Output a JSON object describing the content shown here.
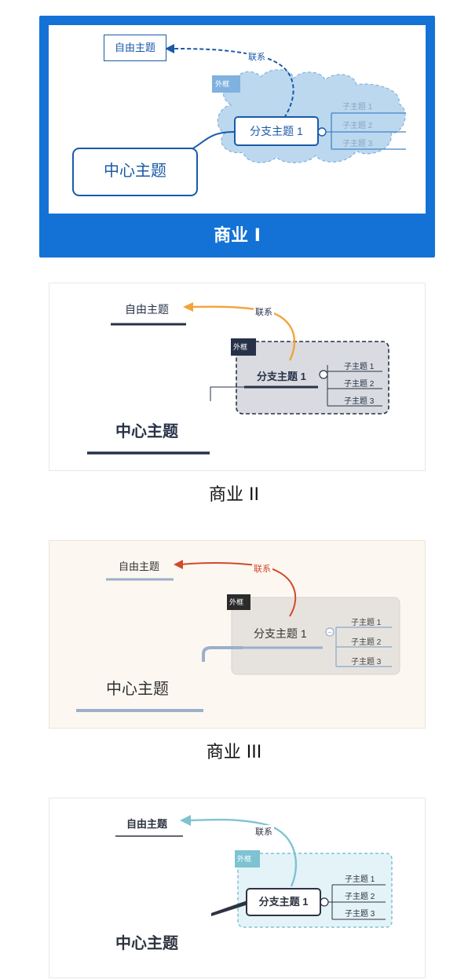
{
  "themes": [
    {
      "caption": "商业 I",
      "free_topic": "自由主题",
      "relation": "联系",
      "boundary": "外框",
      "branch": "分支主题 1",
      "central": "中心主题",
      "subtopics": [
        "子主题 1",
        "子主题 2",
        "子主题 3"
      ],
      "colors": {
        "frame": "#1472d6",
        "line": "#1a5aa8",
        "cloud": "#bcd8ef",
        "subtopic_text": "#8aa4bf"
      }
    },
    {
      "caption": "商业 II",
      "free_topic": "自由主题",
      "relation": "联系",
      "boundary": "外框",
      "branch": "分支主题 1",
      "central": "中心主题",
      "subtopics": [
        "子主题 1",
        "子主题 2",
        "子主题 3"
      ],
      "colors": {
        "line": "#273248",
        "relation": "#f2a33a",
        "boundary_fill": "#d9dbe0"
      }
    },
    {
      "caption": "商业 III",
      "free_topic": "自由主题",
      "relation": "联系",
      "boundary": "外框",
      "branch": "分支主题 1",
      "central": "中心主题",
      "subtopics": [
        "子主题 1",
        "子主题 2",
        "子主题 3"
      ],
      "colors": {
        "line": "#9ab0cc",
        "relation": "#d4482c",
        "boundary_fill": "#e6e3de",
        "background": "#fcf8f1"
      }
    },
    {
      "free_topic": "自由主题",
      "relation": "联系",
      "boundary": "外框",
      "branch": "分支主题 1",
      "central": "中心主题",
      "subtopics": [
        "子主题 1",
        "子主题 2",
        "子主题 3"
      ],
      "colors": {
        "line": "#2d3340",
        "relation": "#7ec3d2",
        "boundary_fill": "#e4f3f8"
      }
    }
  ]
}
